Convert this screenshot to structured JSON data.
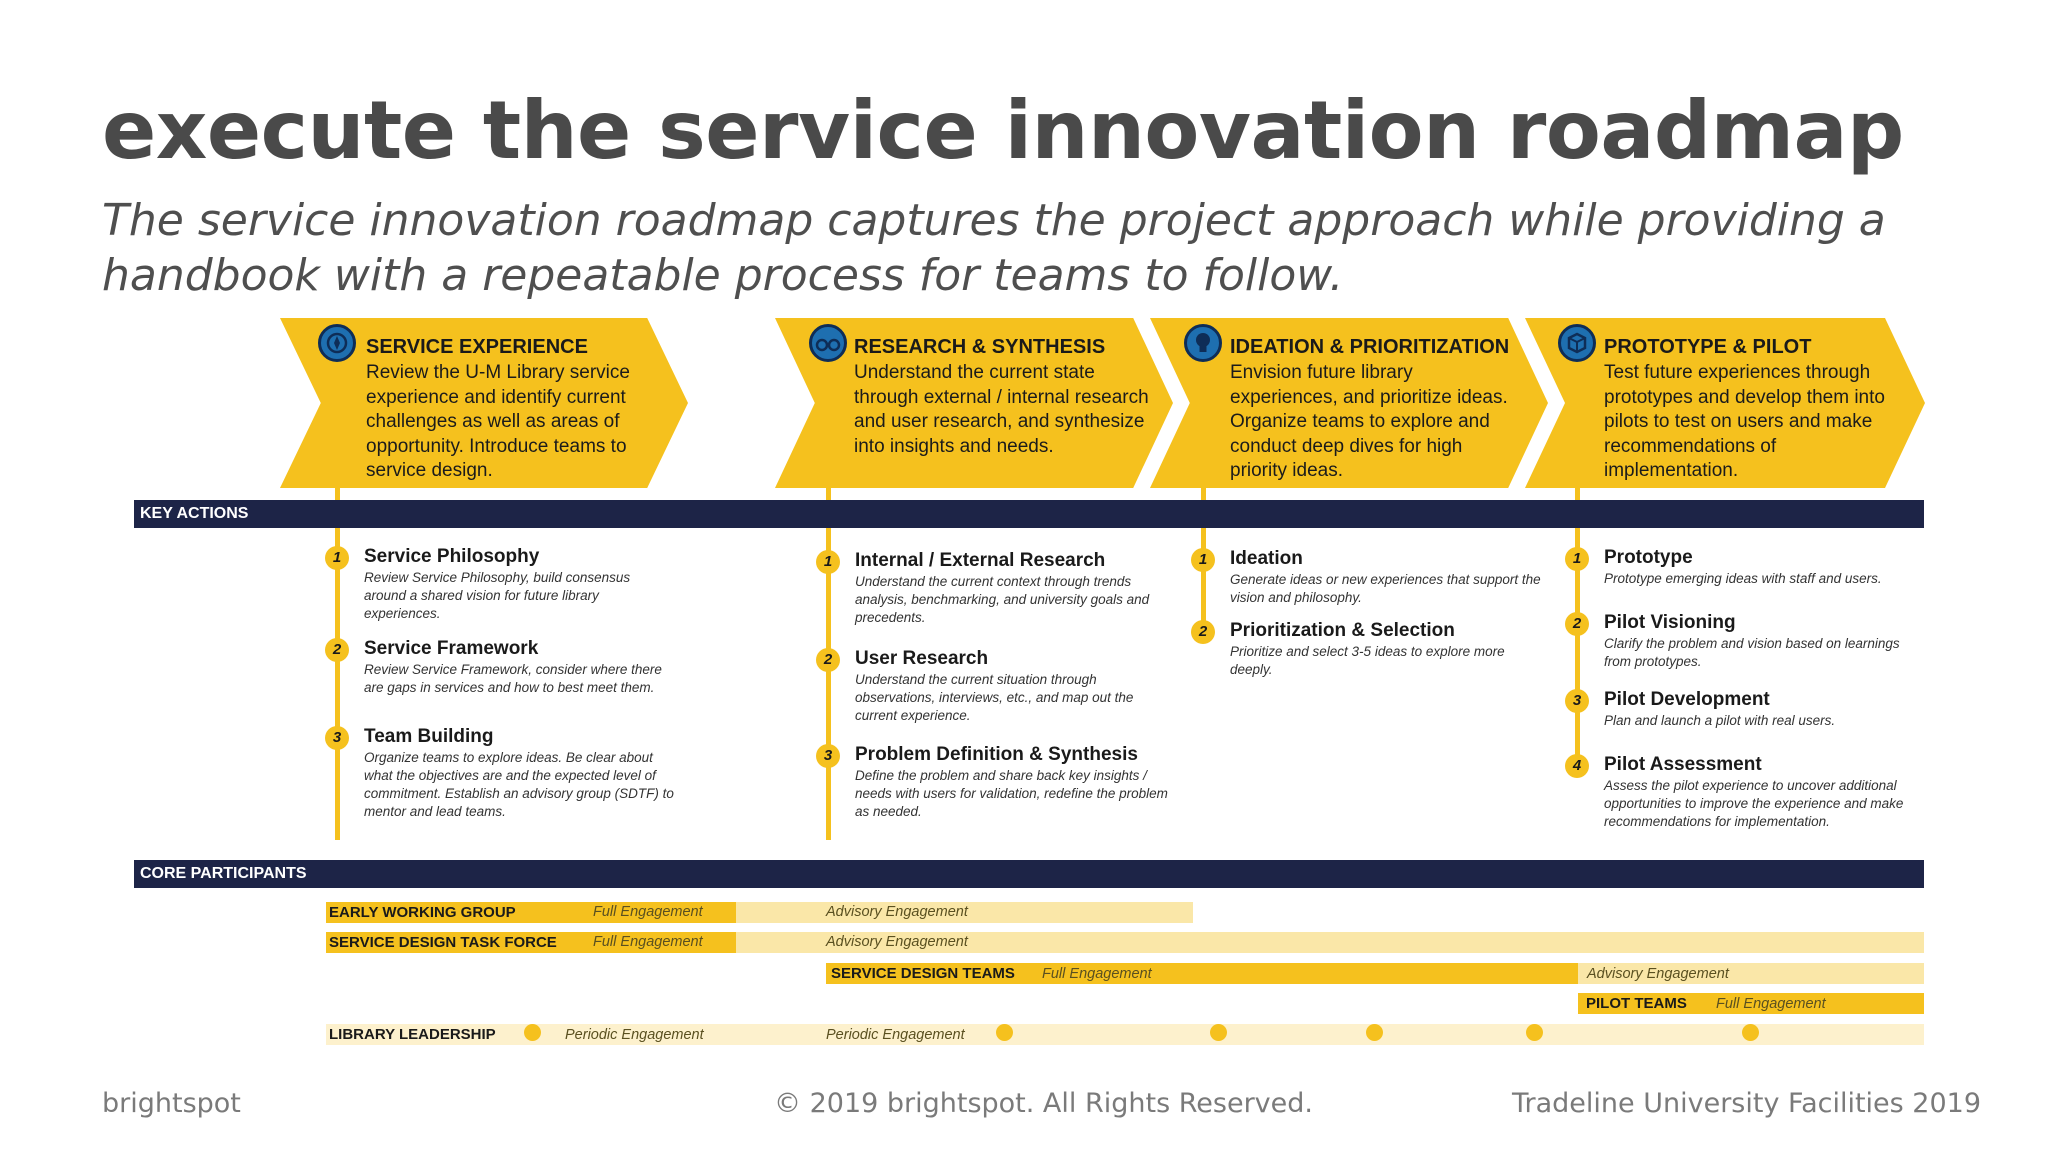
{
  "title": "execute the service innovation roadmap",
  "subtitle": "The service innovation roadmap captures the project approach while providing a handbook with a repeatable process for teams to follow.",
  "colors": {
    "accent": "#f5c11e",
    "navy": "#1d2447",
    "icon_blue": "#1e6fb0",
    "light_bar": "#fae7a8",
    "pale_bar": "#fdf1cd"
  },
  "phases": [
    {
      "icon": "compass-icon",
      "title": "SERVICE EXPERIENCE",
      "desc": "Review the U-M Library service experience and identify current challenges as well as areas of opportunity. Introduce teams to service design."
    },
    {
      "icon": "glasses-icon",
      "title": "RESEARCH & SYNTHESIS",
      "desc": "Understand the current state through external / internal research and user research, and synthesize into insights and needs."
    },
    {
      "icon": "lightbulb-icon",
      "title": "IDEATION & PRIORITIZATION",
      "desc": "Envision future library experiences, and prioritize ideas. Organize teams to explore and conduct deep dives for high priority ideas."
    },
    {
      "icon": "cube-icon",
      "title": "PROTOTYPE & PILOT",
      "desc": "Test future experiences through prototypes and develop them into pilots to test on users and make recommendations of implementation."
    }
  ],
  "key_actions_label": "KEY ACTIONS",
  "core_participants_label": "CORE PARTICIPANTS",
  "actions": [
    [
      {
        "num": "1",
        "title": "Service Philosophy",
        "desc": "Review Service Philosophy, build consensus around a shared vision for future library experiences."
      },
      {
        "num": "2",
        "title": "Service Framework",
        "desc": "Review Service Framework, consider where there are gaps in services and how to best meet them."
      },
      {
        "num": "3",
        "title": "Team Building",
        "desc": "Organize teams to explore ideas. Be clear about what the objectives are and the expected level of commitment. Establish an advisory group (SDTF) to mentor and lead teams."
      }
    ],
    [
      {
        "num": "1",
        "title": "Internal / External Research",
        "desc": "Understand the current context through trends analysis, benchmarking, and university goals and precedents."
      },
      {
        "num": "2",
        "title": "User Research",
        "desc": "Understand the current situation through observations, interviews, etc., and map out the current experience."
      },
      {
        "num": "3",
        "title": "Problem Definition & Synthesis",
        "desc": "Define the problem and share back key insights / needs with users for validation, redefine the problem as needed."
      }
    ],
    [
      {
        "num": "1",
        "title": "Ideation",
        "desc": "Generate ideas or new experiences that support the vision and philosophy."
      },
      {
        "num": "2",
        "title": "Prioritization & Selection",
        "desc": "Prioritize and select 3-5 ideas to explore more deeply."
      }
    ],
    [
      {
        "num": "1",
        "title": "Prototype",
        "desc": "Prototype emerging ideas with staff and users."
      },
      {
        "num": "2",
        "title": "Pilot Visioning",
        "desc": "Clarify the problem and vision based on learnings from prototypes."
      },
      {
        "num": "3",
        "title": "Pilot Development",
        "desc": "Plan and launch a pilot with real users."
      },
      {
        "num": "4",
        "title": "Pilot Assessment",
        "desc": "Assess the pilot experience to uncover additional opportunities to improve the experience and make recommendations for implementation."
      }
    ]
  ],
  "participants": {
    "early_working_group": {
      "label": "EARLY WORKING GROUP",
      "eng1": "Full Engagement",
      "eng2": "Advisory Engagement"
    },
    "service_design_task_force": {
      "label": "SERVICE DESIGN TASK FORCE",
      "eng1": "Full Engagement",
      "eng2": "Advisory Engagement"
    },
    "service_design_teams": {
      "label": "SERVICE DESIGN TEAMS",
      "eng1": "Full Engagement",
      "eng2": "Advisory Engagement"
    },
    "pilot_teams": {
      "label": "PILOT TEAMS",
      "eng1": "Full Engagement"
    },
    "library_leadership": {
      "label": "LIBRARY LEADERSHIP",
      "eng1": "Periodic Engagement",
      "eng2": "Periodic Engagement"
    }
  },
  "footer": {
    "left": "brightspot",
    "center": "© 2019 brightspot. All Rights Reserved.",
    "right": "Tradeline University Facilities 2019"
  }
}
